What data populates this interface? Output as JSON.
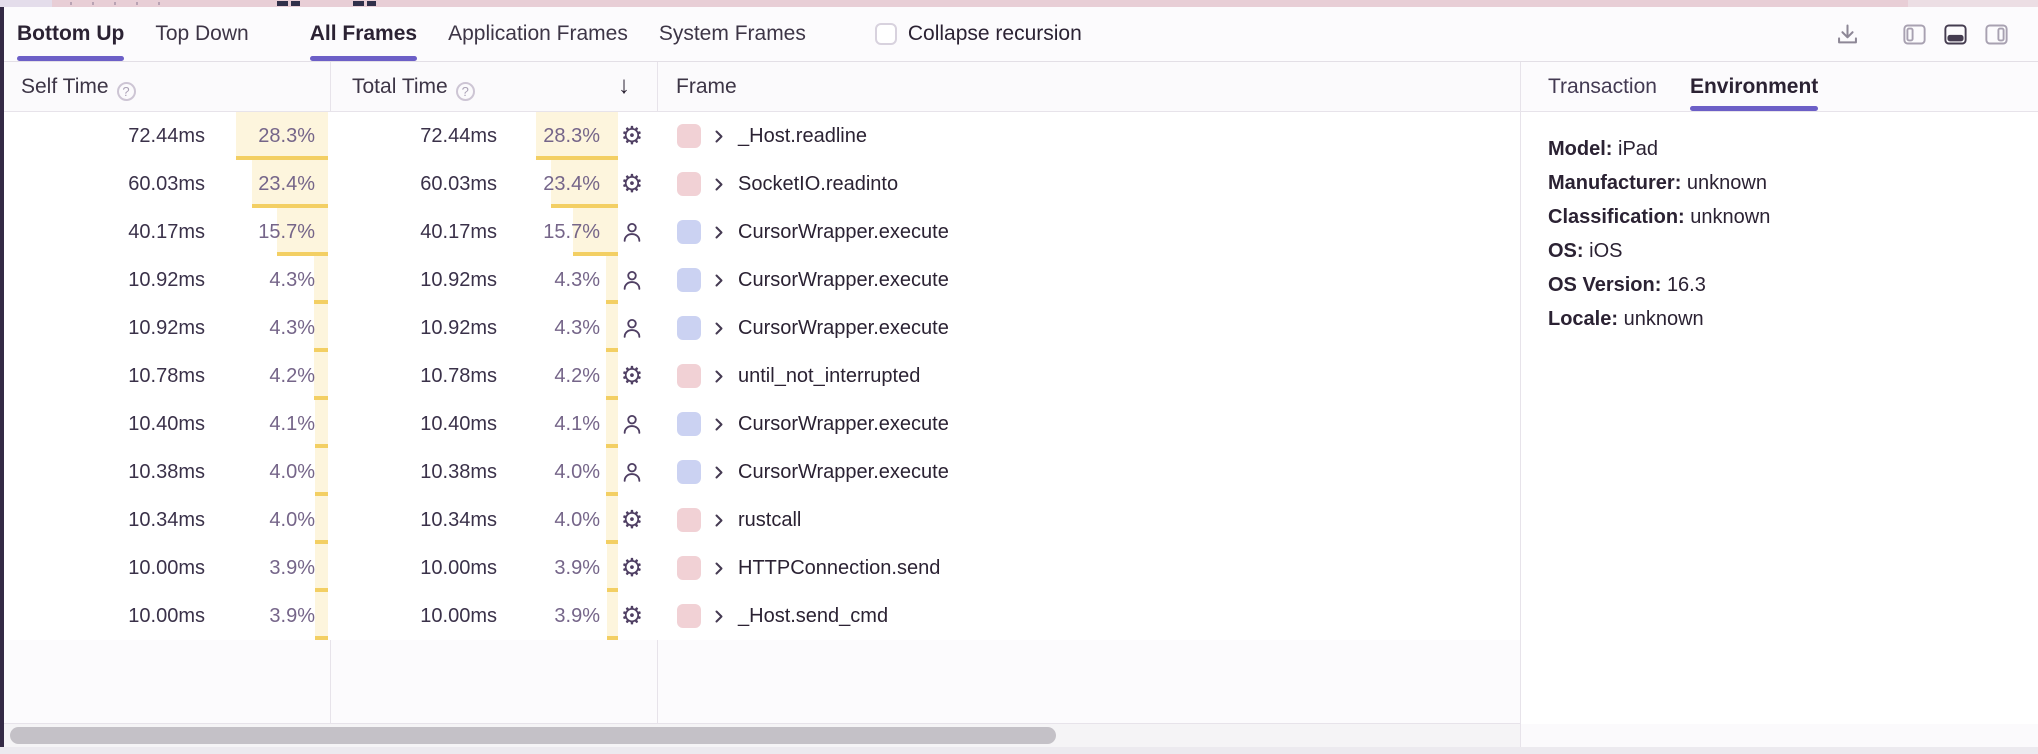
{
  "toolbar": {
    "view_tabs": [
      {
        "label": "Bottom Up",
        "active": true
      },
      {
        "label": "Top Down",
        "active": false
      }
    ],
    "frame_tabs": [
      {
        "label": "All Frames",
        "active": true
      },
      {
        "label": "Application Frames",
        "active": false
      },
      {
        "label": "System Frames",
        "active": false
      }
    ],
    "collapse_recursion": {
      "label": "Collapse recursion",
      "checked": false
    },
    "icons": [
      "download-icon",
      "layout-left-panel-icon",
      "layout-bottom-panel-icon",
      "layout-right-panel-icon"
    ],
    "active_layout_icon": "layout-bottom-panel-icon"
  },
  "table": {
    "columns": {
      "self_time": {
        "label": "Self Time",
        "help_icon": "?"
      },
      "total_time": {
        "label": "Total Time",
        "help_icon": "?",
        "sort": "desc",
        "sort_glyph": "↓"
      },
      "frame": {
        "label": "Frame"
      }
    },
    "rows": [
      {
        "self_time": "72.44ms",
        "self_pct": "28.3%",
        "total_time": "72.44ms",
        "total_pct": "28.3%",
        "pct_value": 28.3,
        "frame_type": "system",
        "frame": "_Host.readline"
      },
      {
        "self_time": "60.03ms",
        "self_pct": "23.4%",
        "total_time": "60.03ms",
        "total_pct": "23.4%",
        "pct_value": 23.4,
        "frame_type": "system",
        "frame": "SocketIO.readinto"
      },
      {
        "self_time": "40.17ms",
        "self_pct": "15.7%",
        "total_time": "40.17ms",
        "total_pct": "15.7%",
        "pct_value": 15.7,
        "frame_type": "application",
        "frame": "CursorWrapper.execute"
      },
      {
        "self_time": "10.92ms",
        "self_pct": "4.3%",
        "total_time": "10.92ms",
        "total_pct": "4.3%",
        "pct_value": 4.3,
        "frame_type": "application",
        "frame": "CursorWrapper.execute"
      },
      {
        "self_time": "10.92ms",
        "self_pct": "4.3%",
        "total_time": "10.92ms",
        "total_pct": "4.3%",
        "pct_value": 4.3,
        "frame_type": "application",
        "frame": "CursorWrapper.execute"
      },
      {
        "self_time": "10.78ms",
        "self_pct": "4.2%",
        "total_time": "10.78ms",
        "total_pct": "4.2%",
        "pct_value": 4.2,
        "frame_type": "system",
        "frame": "until_not_interrupted"
      },
      {
        "self_time": "10.40ms",
        "self_pct": "4.1%",
        "total_time": "10.40ms",
        "total_pct": "4.1%",
        "pct_value": 4.1,
        "frame_type": "application",
        "frame": "CursorWrapper.execute"
      },
      {
        "self_time": "10.38ms",
        "self_pct": "4.0%",
        "total_time": "10.38ms",
        "total_pct": "4.0%",
        "pct_value": 4.0,
        "frame_type": "application",
        "frame": "CursorWrapper.execute"
      },
      {
        "self_time": "10.34ms",
        "self_pct": "4.0%",
        "total_time": "10.34ms",
        "total_pct": "4.0%",
        "pct_value": 4.0,
        "frame_type": "system",
        "frame": "rustcall"
      },
      {
        "self_time": "10.00ms",
        "self_pct": "3.9%",
        "total_time": "10.00ms",
        "total_pct": "3.9%",
        "pct_value": 3.9,
        "frame_type": "system",
        "frame": "HTTPConnection.send"
      },
      {
        "self_time": "10.00ms",
        "self_pct": "3.9%",
        "total_time": "10.00ms",
        "total_pct": "3.9%",
        "pct_value": 3.9,
        "frame_type": "system",
        "frame": "_Host.send_cmd"
      }
    ]
  },
  "details_panel": {
    "tabs": [
      {
        "label": "Transaction",
        "active": false
      },
      {
        "label": "Environment",
        "active": true
      }
    ],
    "environment_fields": [
      {
        "label": "Model:",
        "value": "iPad"
      },
      {
        "label": "Manufacturer:",
        "value": "unknown"
      },
      {
        "label": "Classification:",
        "value": "unknown"
      },
      {
        "label": "OS:",
        "value": "iOS"
      },
      {
        "label": "OS Version:",
        "value": "16.3"
      },
      {
        "label": "Locale:",
        "value": "unknown"
      }
    ]
  },
  "colors": {
    "accent_purple": "#6c5fc7",
    "system_frame_swatch": "#f1d1d5",
    "application_frame_swatch": "#cbd2f2",
    "percent_bar_fill": "#fdf5dd",
    "percent_bar_accent": "#f3cf63",
    "icon_purple": "#4f3f63",
    "text_dark": "#2b2233"
  }
}
